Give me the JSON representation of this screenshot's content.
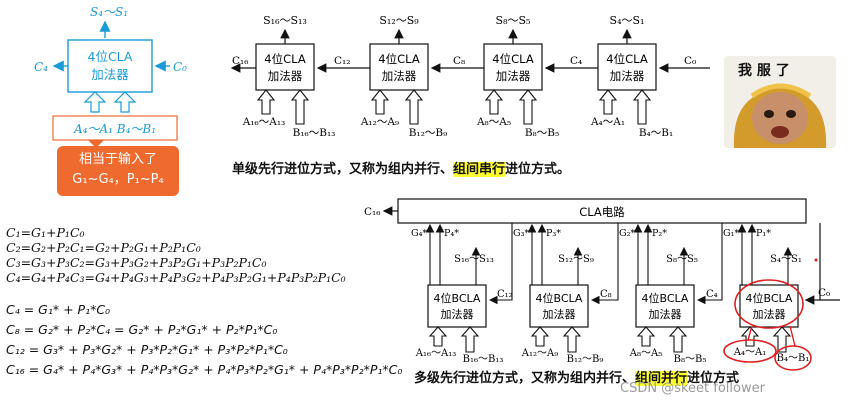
{
  "left_diagram": {
    "output": "S₄～S₁",
    "block_line1": "4位CLA",
    "block_line2": "加法器",
    "carry_out": "C₄",
    "carry_in": "C₀",
    "inputs": "A₄～A₁  B₄～B₁"
  },
  "callout": {
    "line1": "相当于输入了",
    "line2": "G₁~G₄，P₁~P₄"
  },
  "single_level": {
    "blocks": [
      {
        "sum": "S₁₆～S₁₃",
        "line1": "4位CLA",
        "line2": "加法器",
        "a": "A₁₆～A₁₃",
        "b": "B₁₆～B₁₃"
      },
      {
        "sum": "S₁₂～S₉",
        "line1": "4位CLA",
        "line2": "加法器",
        "a": "A₁₂～A₉",
        "b": "B₁₂～B₉"
      },
      {
        "sum": "S₈～S₅",
        "line1": "4位CLA",
        "line2": "加法器",
        "a": "A₈～A₅",
        "b": "B₈～B₅"
      },
      {
        "sum": "S₄～S₁",
        "line1": "4位CLA",
        "line2": "加法器",
        "a": "A₄～A₁",
        "b": "B₄～B₁"
      }
    ],
    "carries": [
      "C₁₆",
      "C₁₂",
      "C₈",
      "C₄",
      "C₀"
    ],
    "caption_pre": "单级先行进位方式，又称为组内并行、",
    "caption_hl": "组间串行",
    "caption_post": "进位方式。"
  },
  "meme_text": "我 服 了",
  "equations_chain": [
    "C₁=G₁+P₁C₀",
    "C₂=G₂+P₂C₁=G₂+P₂G₁+P₂P₁C₀",
    "C₃=G₃+P₃C₂=G₃+P₃G₂+P₃P₂G₁+P₃P₂P₁C₀",
    "C₄=G₄+P₄C₃=G₄+P₄G₃+P₄P₃G₂+P₄P₃P₂G₁+P₄P₃P₂P₁C₀"
  ],
  "equations_star": [
    "C₄ = G₁* + P₁*C₀",
    "C₈ = G₂* + P₂*C₄ = G₂* + P₂*G₁* + P₂*P₁*C₀",
    "C₁₂ = G₃* + P₃*G₂* + P₃*P₂*G₁* + P₃*P₂*P₁*C₀",
    "C₁₆ = G₄* + P₄*G₃* + P₄*P₃*G₂* + P₄*P₃*P₂*G₁* + P₄*P₃*P₂*P₁*C₀"
  ],
  "multi_level": {
    "cla_label": "CLA电路",
    "c16": "C₁₆",
    "gp": [
      {
        "g": "G₄*",
        "p": "P₄*"
      },
      {
        "g": "G₃*",
        "p": "P₃*"
      },
      {
        "g": "G₂*",
        "p": "P₂*"
      },
      {
        "g": "G₁*",
        "p": "P₁*"
      }
    ],
    "blocks": [
      {
        "sum": "S₁₆～S₁₃",
        "line1": "4位BCLA",
        "line2": "加法器",
        "a": "A₁₆～A₁₃",
        "b": "B₁₆～B₁₃"
      },
      {
        "sum": "S₁₂～S₉",
        "line1": "4位BCLA",
        "line2": "加法器",
        "a": "A₁₂～A₉",
        "b": "B₁₂～B₉"
      },
      {
        "sum": "S₈～S₅",
        "line1": "4位BCLA",
        "line2": "加法器",
        "a": "A₈～A₅",
        "b": "B₈～B₅"
      },
      {
        "sum": "S₄～S₁",
        "line1": "4位BCLA",
        "line2": "加法器",
        "a": "A₄～A₁",
        "b": "B₄～B₁"
      }
    ],
    "carries": [
      "C₁₂",
      "C₈",
      "C₄",
      "C₀"
    ],
    "caption_pre": "多级先行进位方式，又称为组内并行、",
    "caption_hl": "组间并行",
    "caption_post": "进位方式"
  },
  "watermark": "CSDN @skeet  follower",
  "colors": {
    "accent_blue": "#1a9bd7",
    "callout": "#ee6a2e",
    "highlight": "#ffff33",
    "annotation_red": "#e02020"
  }
}
